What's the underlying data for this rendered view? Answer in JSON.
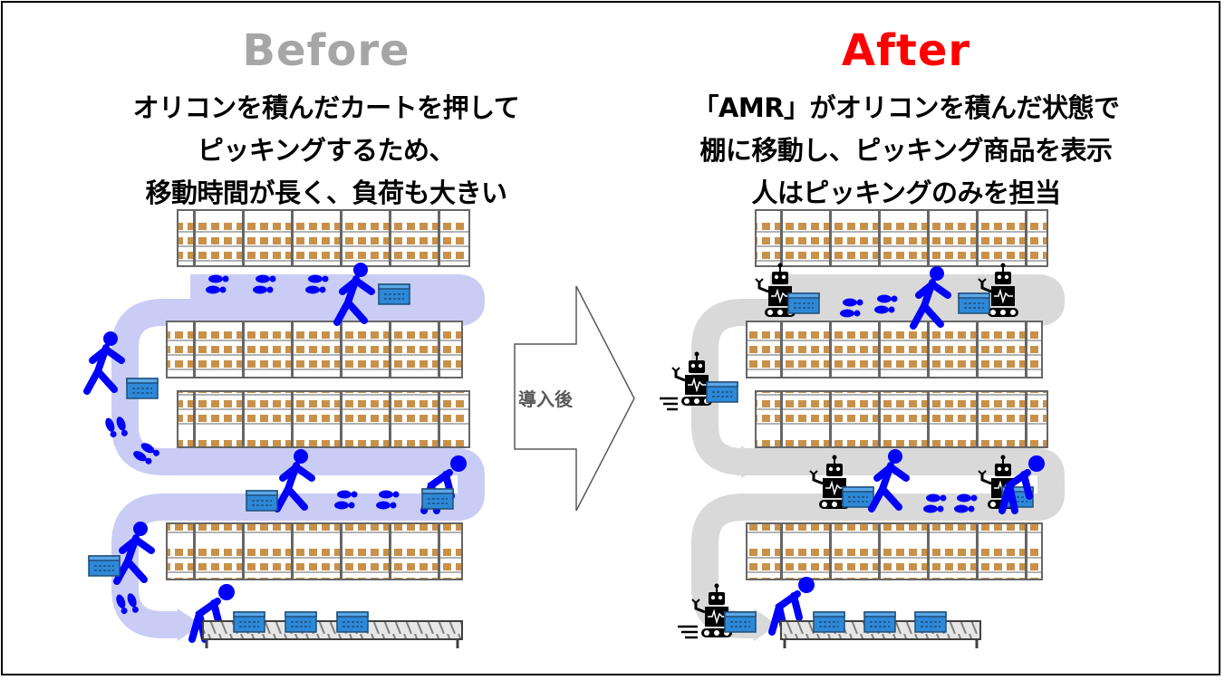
{
  "before": {
    "title": "Before",
    "lines": [
      "オリコンを積んだカートを押して",
      "ピッキングするため、",
      "移動時間が長く、負荷も大きい"
    ]
  },
  "after": {
    "title": "After",
    "lines": [
      "「AMR」がオリコンを積んだ状態で",
      "棚に移動し、ピッキング商品を表示",
      "人はピッキングのみを担当"
    ]
  },
  "transition": {
    "label": "導入後"
  },
  "colors": {
    "before_title": "#a6a6a6",
    "after_title": "#ff0000",
    "before_path": "#c9cdf5",
    "after_path": "#d9d9d9",
    "person": "#0000ff",
    "crate": "#2e88d8",
    "shelf_box": "#c8914a",
    "robot": "#000000"
  }
}
